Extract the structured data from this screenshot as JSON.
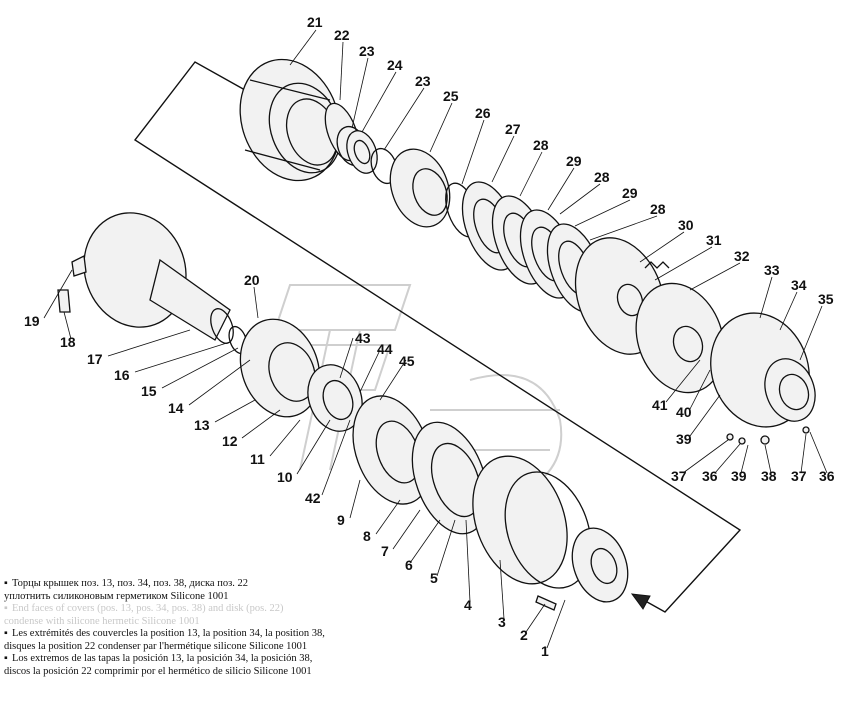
{
  "callouts": [
    {
      "label": "21"
    },
    {
      "label": "22"
    },
    {
      "label": "23"
    },
    {
      "label": "24"
    },
    {
      "label": "23"
    },
    {
      "label": "25"
    },
    {
      "label": "26"
    },
    {
      "label": "27"
    },
    {
      "label": "28"
    },
    {
      "label": "29"
    },
    {
      "label": "28"
    },
    {
      "label": "29"
    },
    {
      "label": "28"
    },
    {
      "label": "30"
    },
    {
      "label": "31"
    },
    {
      "label": "32"
    },
    {
      "label": "33"
    },
    {
      "label": "34"
    },
    {
      "label": "35"
    },
    {
      "label": "20"
    },
    {
      "label": "19"
    },
    {
      "label": "18"
    },
    {
      "label": "17"
    },
    {
      "label": "16"
    },
    {
      "label": "15"
    },
    {
      "label": "14"
    },
    {
      "label": "13"
    },
    {
      "label": "12"
    },
    {
      "label": "11"
    },
    {
      "label": "10"
    },
    {
      "label": "43"
    },
    {
      "label": "44"
    },
    {
      "label": "45"
    },
    {
      "label": "42"
    },
    {
      "label": "9"
    },
    {
      "label": "8"
    },
    {
      "label": "7"
    },
    {
      "label": "6"
    },
    {
      "label": "5"
    },
    {
      "label": "4"
    },
    {
      "label": "3"
    },
    {
      "label": "2"
    },
    {
      "label": "1"
    },
    {
      "label": "41"
    },
    {
      "label": "40"
    },
    {
      "label": "39"
    },
    {
      "label": "37"
    },
    {
      "label": "36"
    },
    {
      "label": "39"
    },
    {
      "label": "38"
    },
    {
      "label": "37"
    },
    {
      "label": "36"
    }
  ],
  "notes": [
    {
      "line1": "Торцы крышек поз. 13, поз. 34, поз. 38, диска поз. 22",
      "line2": "уплотнить силиконовым герметиком Silicone 1001",
      "faded": false
    },
    {
      "line1": "End faces of covers (pos. 13, pos. 34, pos. 38) and disk (pos. 22)",
      "line2": "condense with silicone hermetic Silicone 1001",
      "faded": true
    },
    {
      "line1": "Les extrémités des couvercles la position 13, la position 34, la position 38,",
      "line2": "disques la position 22 condenser par l'hermétique silicone Silicone 1001",
      "faded": false
    },
    {
      "line1": "Los extremos de las tapas la posición 13, la posición 34, la posición 38,",
      "line2": "discos la posición 22 comprimir por el hermético de silicio Silicone 1001",
      "faded": false
    }
  ],
  "bullet_char": "▪"
}
